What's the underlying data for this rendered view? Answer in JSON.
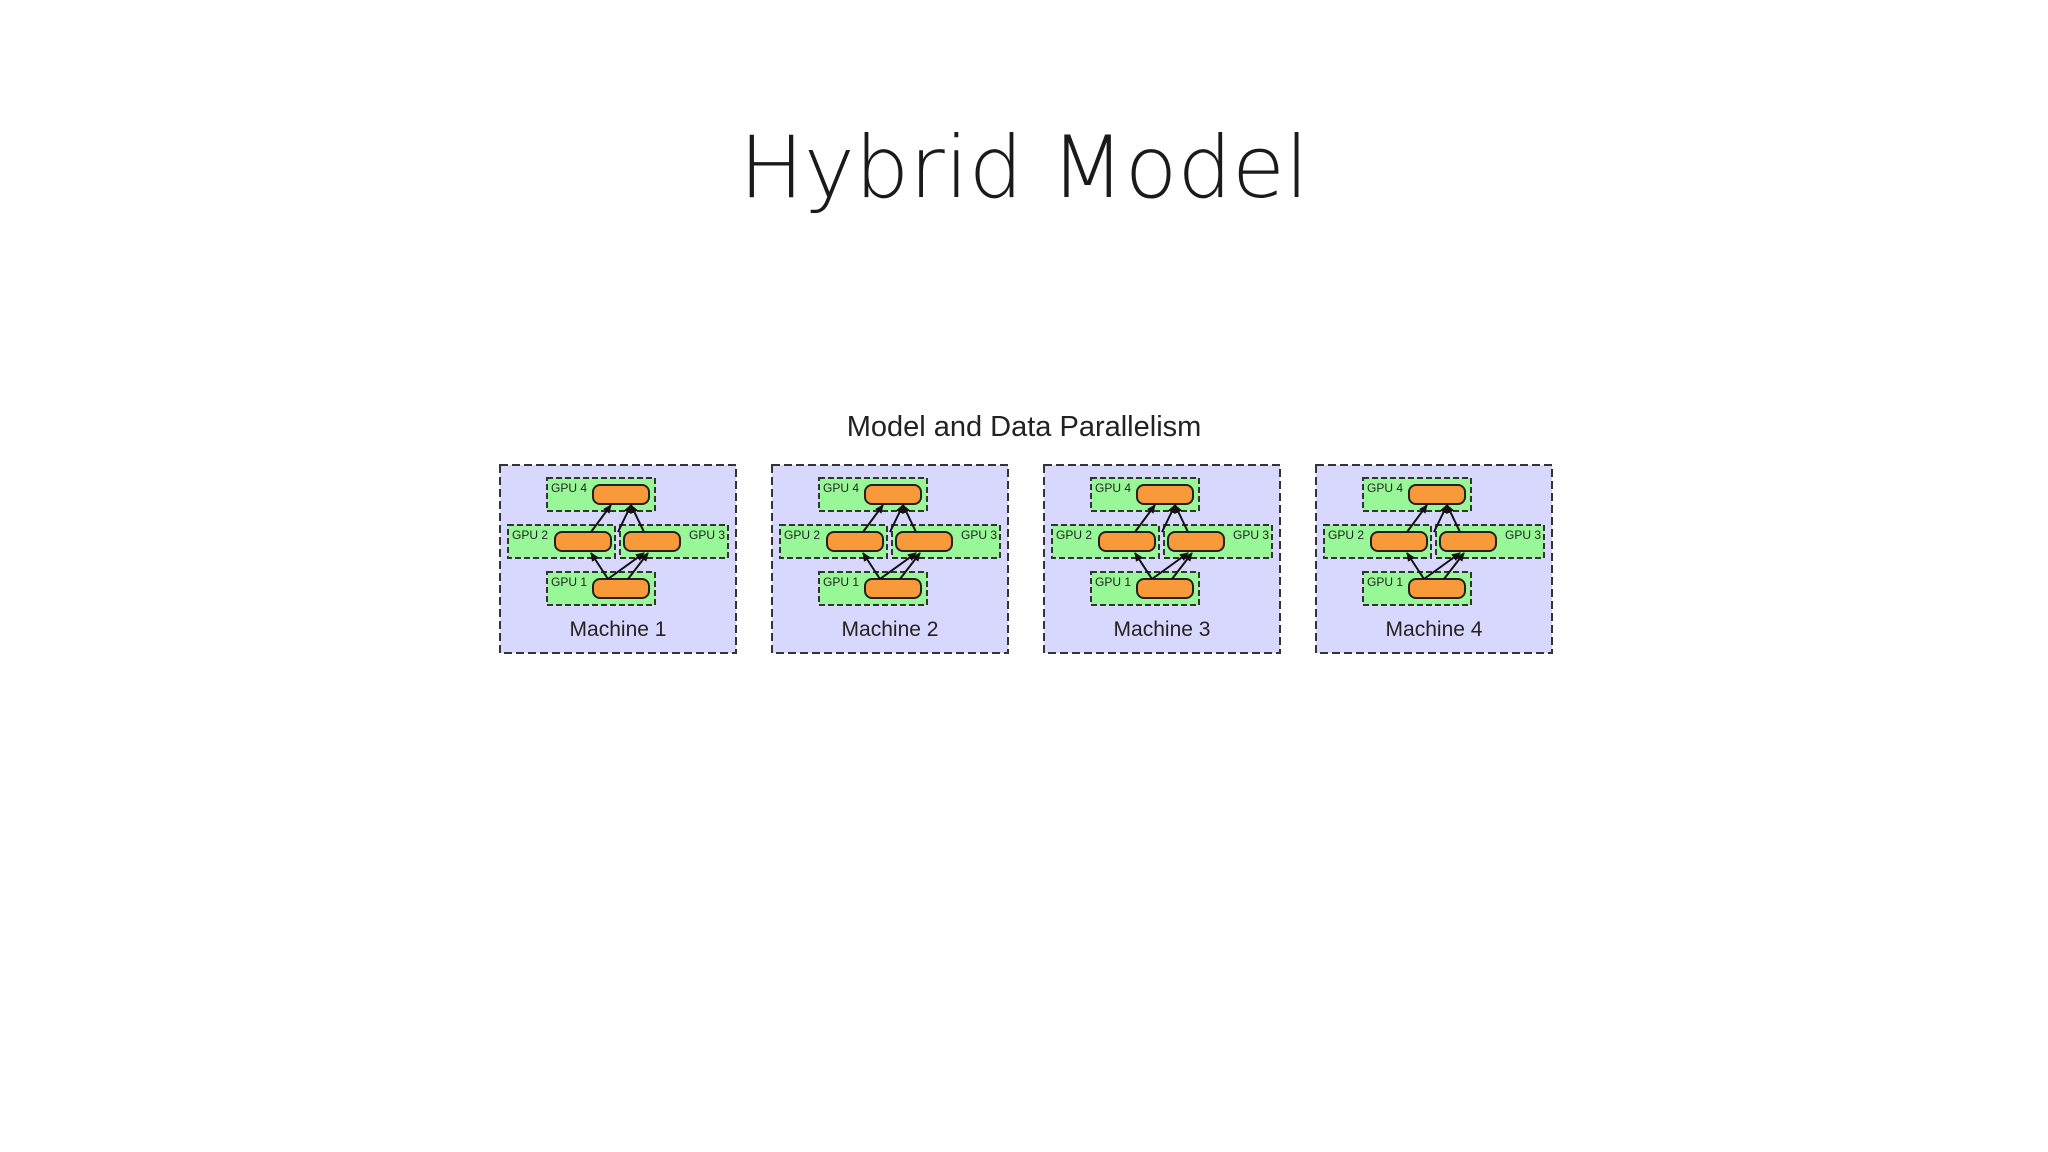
{
  "slide": {
    "title": "Hybrid Model"
  },
  "diagram": {
    "title": "Model and Data Parallelism",
    "colors": {
      "machine_fill": "#d8d8ff",
      "gpu_fill": "#98f898",
      "node_fill": "#f99a3a",
      "border": "#333333"
    },
    "machines": [
      {
        "label": "Machine 1",
        "gpus": [
          "GPU 4",
          "GPU 2",
          "GPU 3",
          "GPU 1"
        ]
      },
      {
        "label": "Machine 2",
        "gpus": [
          "GPU 4",
          "GPU 2",
          "GPU 3",
          "GPU 1"
        ]
      },
      {
        "label": "Machine 3",
        "gpus": [
          "GPU 4",
          "GPU 2",
          "GPU 3",
          "GPU 1"
        ]
      },
      {
        "label": "Machine 4",
        "gpus": [
          "GPU 4",
          "GPU 2",
          "GPU 3",
          "GPU 1"
        ]
      }
    ]
  }
}
